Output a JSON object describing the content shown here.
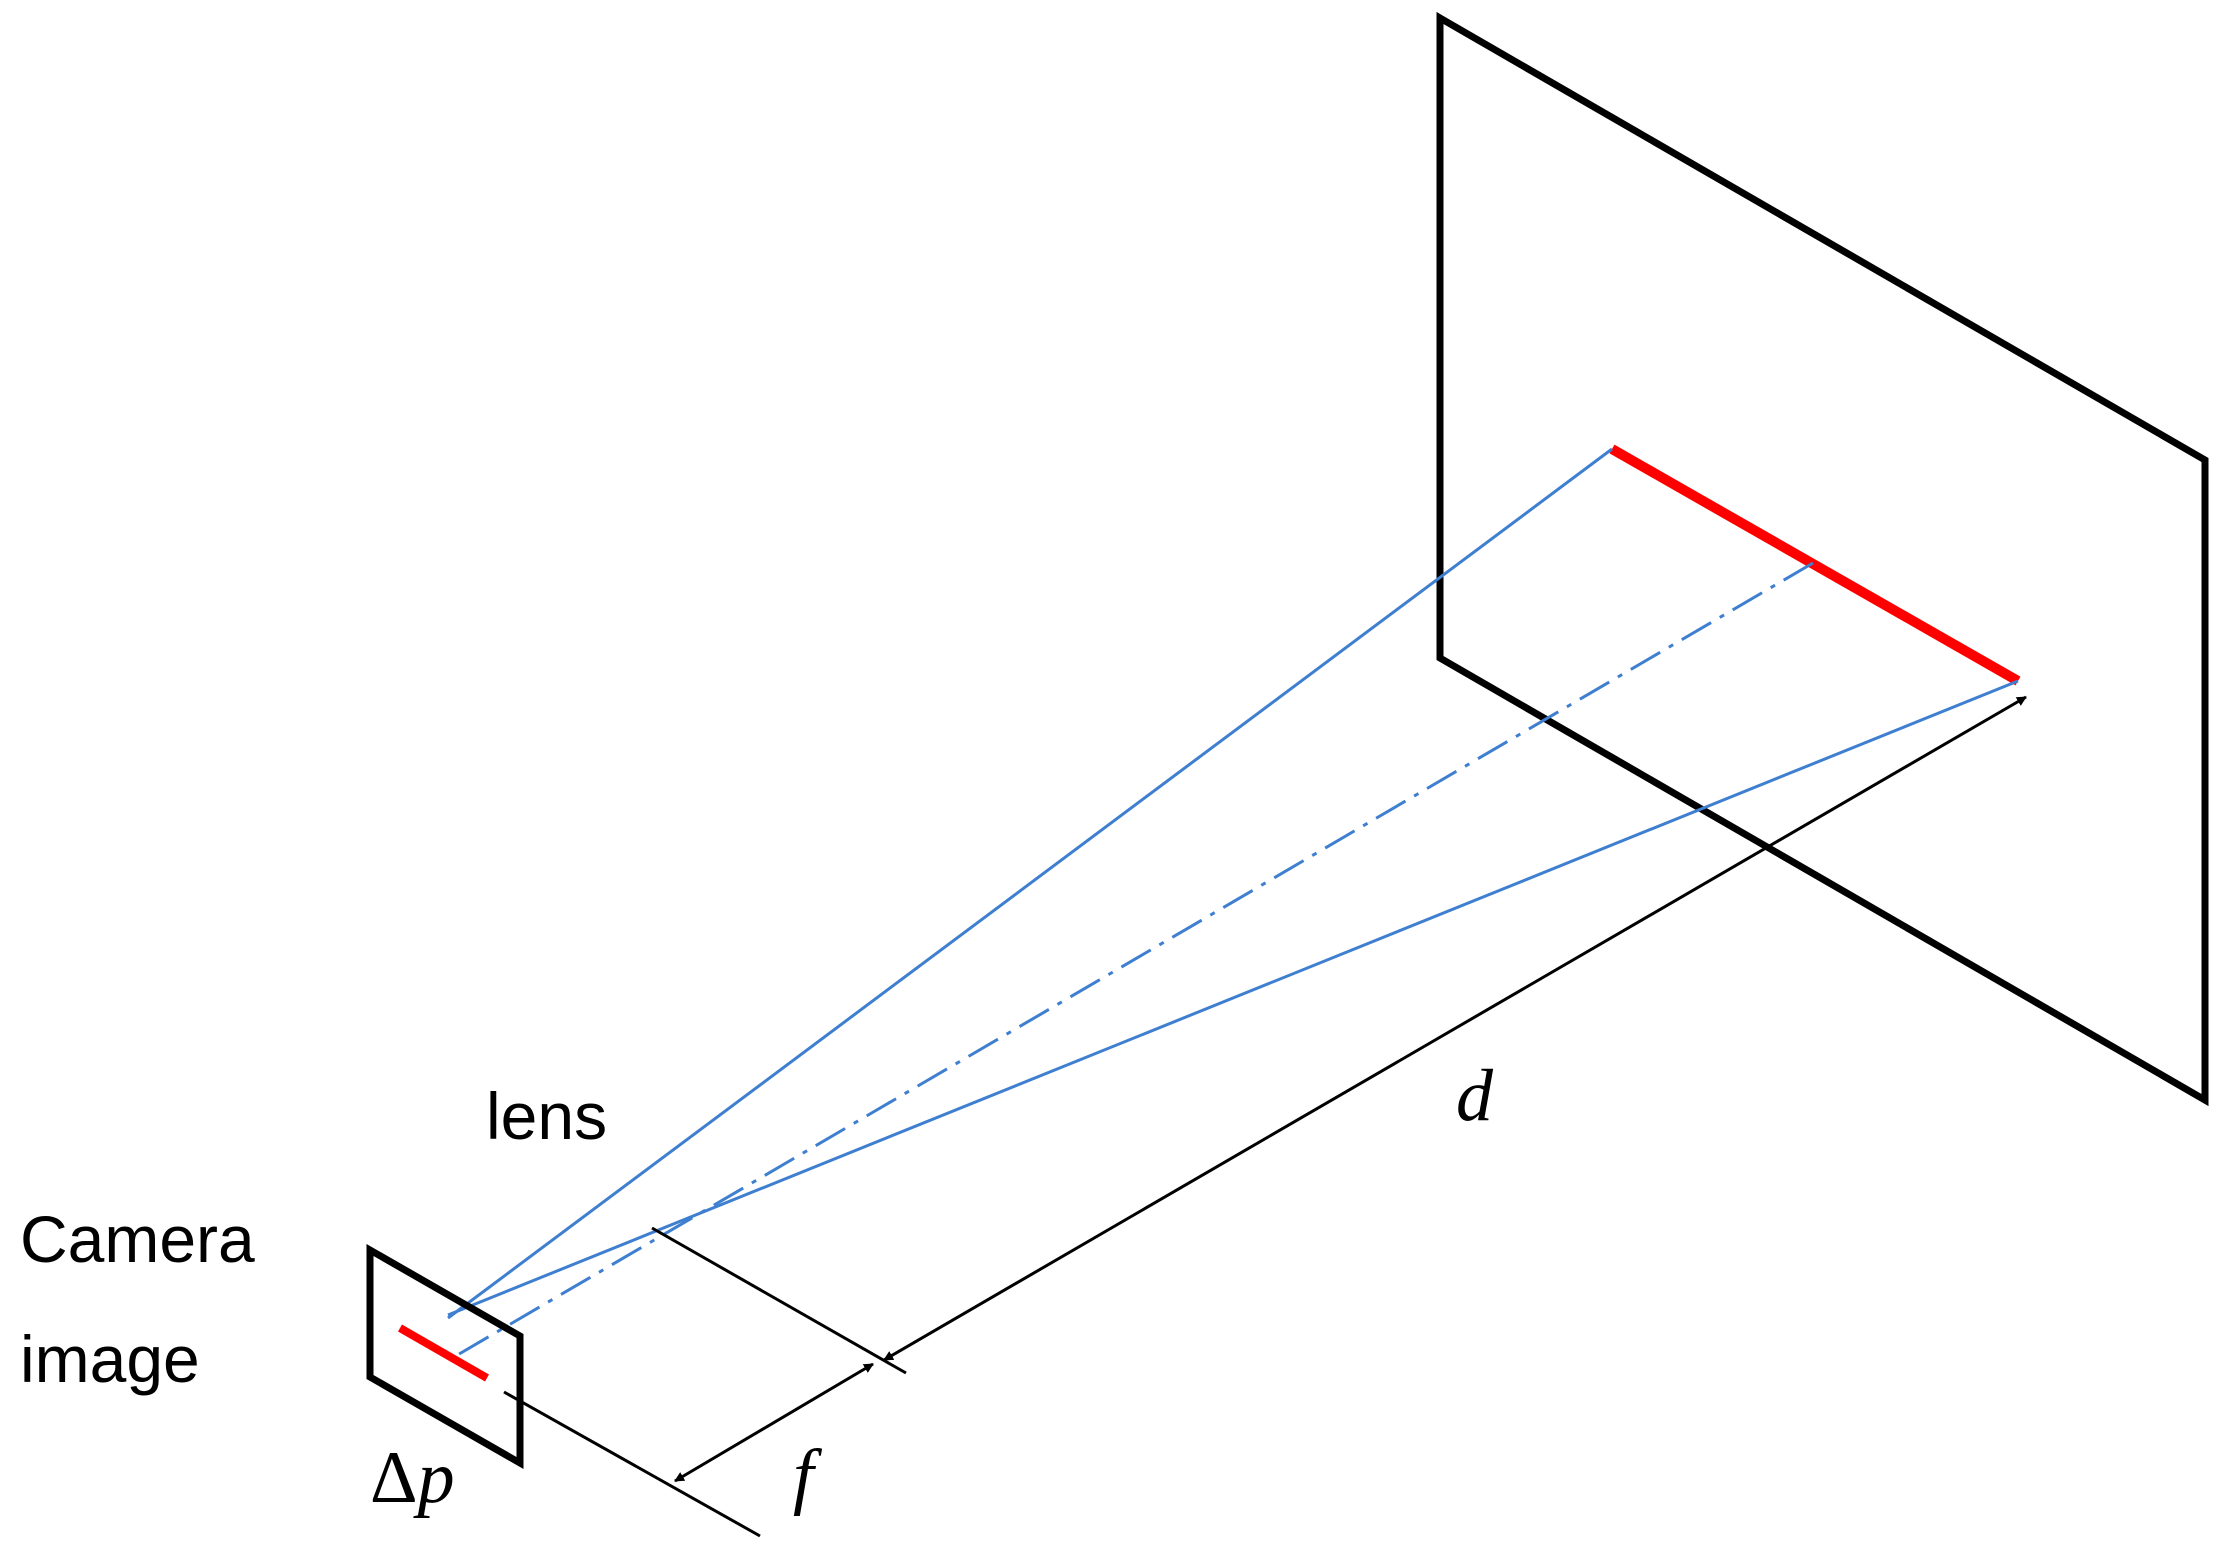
{
  "labels": {
    "lens": "lens",
    "camera_line1": "Camera",
    "camera_line2": "image",
    "distance": "d",
    "focal_length": "f",
    "delta_symbol": "Δ",
    "delta_var": "p"
  },
  "colors": {
    "frame": "#000000",
    "ray": "#3f7fd0",
    "object": "#ff0000",
    "dimension": "#000000",
    "background": "#ffffff"
  }
}
